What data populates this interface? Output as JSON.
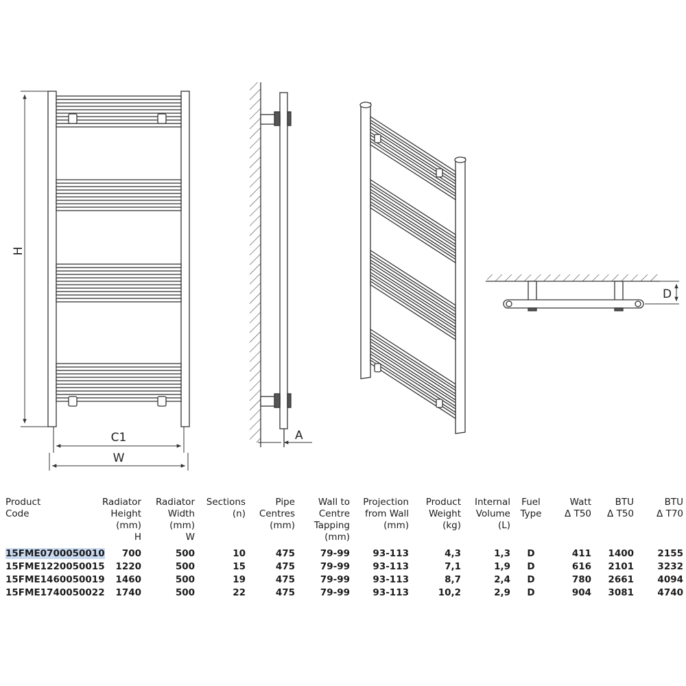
{
  "diagram": {
    "labels": {
      "height": "H",
      "centres": "C1",
      "width": "W",
      "projection": "A",
      "depth": "D"
    },
    "colors": {
      "line": "#333333",
      "fill": "#ffffff"
    }
  },
  "table": {
    "columns": [
      {
        "key": "code",
        "lines": [
          "Product",
          "Code"
        ],
        "align": "l"
      },
      {
        "key": "height",
        "lines": [
          "Radiator",
          "Height",
          "(mm)",
          "H"
        ],
        "align": "r"
      },
      {
        "key": "width",
        "lines": [
          "Radiator",
          "Width",
          "(mm)",
          "W"
        ],
        "align": "r"
      },
      {
        "key": "sections",
        "lines": [
          "Sections",
          "(n)"
        ],
        "align": "r"
      },
      {
        "key": "pipe",
        "lines": [
          "Pipe",
          "Centres",
          "(mm)"
        ],
        "align": "r"
      },
      {
        "key": "wall",
        "lines": [
          "Wall to",
          "Centre",
          "Tapping",
          "(mm)"
        ],
        "align": "r"
      },
      {
        "key": "projection",
        "lines": [
          "Projection",
          "from Wall",
          "(mm)"
        ],
        "align": "r"
      },
      {
        "key": "weight",
        "lines": [
          "Product",
          "Weight",
          "(kg)"
        ],
        "align": "r"
      },
      {
        "key": "volume",
        "lines": [
          "Internal",
          "Volume",
          "(L)"
        ],
        "align": "r"
      },
      {
        "key": "fuel",
        "lines": [
          "Fuel",
          "Type"
        ],
        "align": "c"
      },
      {
        "key": "watt",
        "lines": [
          "Watt",
          "Δ T50"
        ],
        "align": "r"
      },
      {
        "key": "btu50",
        "lines": [
          "BTU",
          "Δ T50"
        ],
        "align": "r"
      },
      {
        "key": "btu70",
        "lines": [
          "BTU",
          "Δ T70"
        ],
        "align": "r"
      }
    ],
    "rows": [
      [
        "15FME0700050010",
        "700",
        "500",
        "10",
        "475",
        "79-99",
        "93-113",
        "4,3",
        "1,3",
        "D",
        "411",
        "1400",
        "2155"
      ],
      [
        "15FME1220050015",
        "1220",
        "500",
        "15",
        "475",
        "79-99",
        "93-113",
        "7,1",
        "1,9",
        "D",
        "616",
        "2101",
        "3232"
      ],
      [
        "15FME1460050019",
        "1460",
        "500",
        "19",
        "475",
        "79-99",
        "93-113",
        "8,7",
        "2,4",
        "D",
        "780",
        "2661",
        "4094"
      ],
      [
        "15FME1740050022",
        "1740",
        "500",
        "22",
        "475",
        "79-99",
        "93-113",
        "10,2",
        "2,9",
        "D",
        "904",
        "3081",
        "4740"
      ]
    ]
  }
}
